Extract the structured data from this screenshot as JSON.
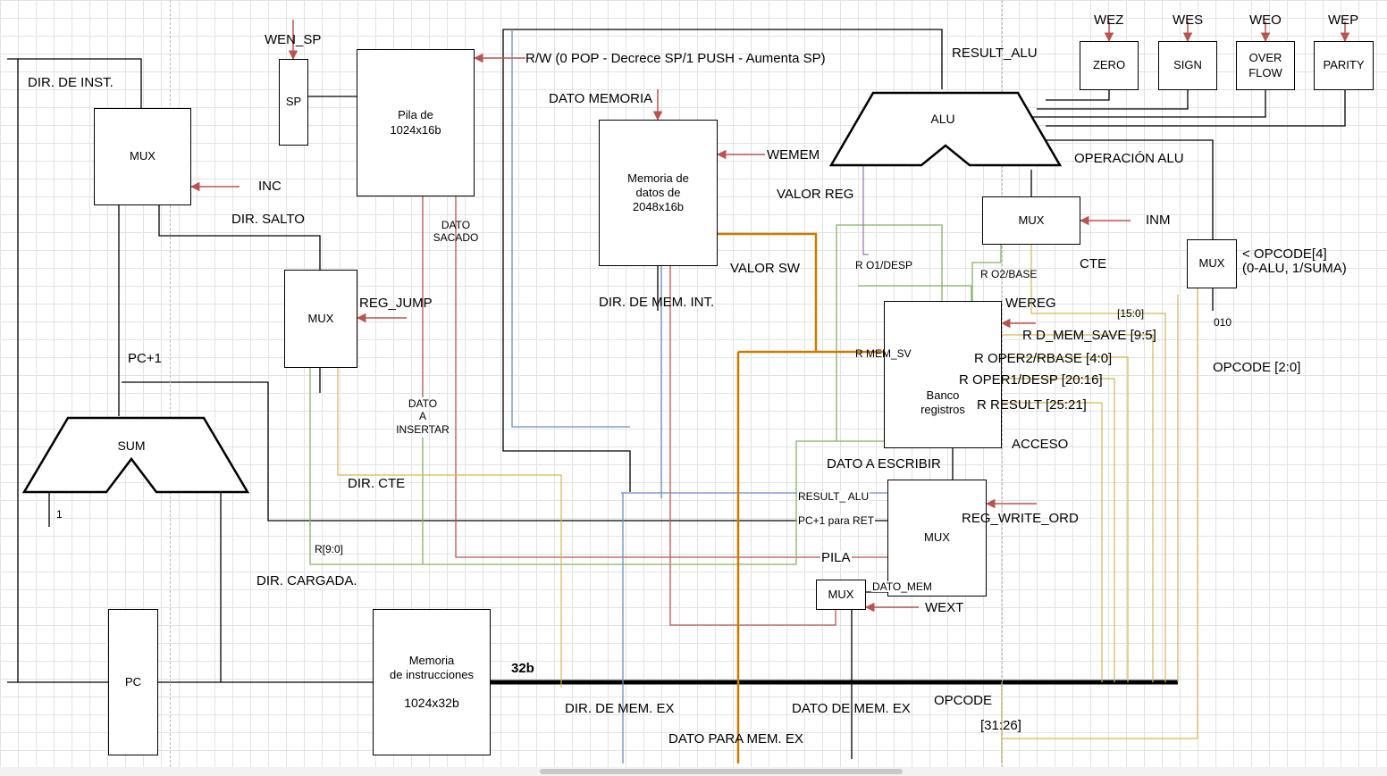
{
  "blocks": {
    "mux_inst": "MUX",
    "pila": "Pila de\n1024x16b",
    "sp": "SP",
    "mem_datos": "Memoria de\ndatos de\n2048x16b",
    "mux_jump": "MUX",
    "mux_inm": "MUX",
    "mux_opcode": "MUX",
    "banco": "Banco\nregistros",
    "mux_write": "MUX",
    "mux_wext": "MUX",
    "pc": "PC",
    "mem_inst_title": "Memoria\nde instrucciones",
    "mem_inst_size": "1024x32b",
    "zero": "ZERO",
    "sign": "SIGN",
    "overflow": "OVER\nFLOW",
    "parity": "PARITY",
    "alu": "ALU",
    "sum": "SUM"
  },
  "labels": {
    "wen_sp": "WEN_SP",
    "dir_inst": "DIR. DE INST.",
    "rw": "R/W (0 POP - Decrece SP/1 PUSH - Aumenta SP)",
    "dato_memoria": "DATO MEMORIA",
    "result_alu": "RESULT_ALU",
    "wez": "WEZ",
    "wes": "WES",
    "weo": "WEO",
    "wep": "WEP",
    "inc": "INC",
    "wemem": "WEMEM",
    "operacion_alu": "OPERACIÓN ALU",
    "dir_salto": "DIR. SALTO",
    "dato_sacado": "DATO\nSACADO",
    "valor_reg": "VALOR REG",
    "inm": "INM",
    "valor_sw": "VALOR SW",
    "r_o1_desp": "R O1/DESP",
    "cte": "CTE",
    "opcode4": "< OPCODE[4]",
    "alu_suma": "(0-ALU, 1/SUMA)",
    "r_o2_base": "R O2/BASE",
    "reg_jump": "REG_JUMP",
    "dir_mem_int": "DIR. DE MEM. INT.",
    "wereg": "WEREG",
    "b15_0": "[15:0]",
    "v010": "010",
    "r_d_mem_save": "R D_MEM_SAVE [9:5]",
    "r_mem_sv": "R MEM_SV",
    "pc1": "PC+1",
    "r_oper2": "R OPER2/RBASE [4:0]",
    "opcode20": "OPCODE [2:0]",
    "r_oper1": "R OPER1/DESP [20:16]",
    "dato_insertar": "DATO\nA\nINSERTAR",
    "r_result": "R RESULT [25:21]",
    "acceso": "ACCESO",
    "dato_escribir": "DATO A ESCRIBIR",
    "dir_cte": "DIR. CTE",
    "result_alu2": "RESULT_ ALU",
    "one": "1",
    "reg_write_ord": "REG_WRITE_ORD",
    "pc1_ret": "PC+1 para RET",
    "r9_0": "R[9:0]",
    "pila": "PILA",
    "dir_cargada": "DIR. CARGADA.",
    "dato_mem": "DATO_MEM",
    "wext": "WEXT",
    "b32": "32b",
    "opcode": "OPCODE",
    "dir_mem_ex": "DIR. DE MEM. EX",
    "dato_de_mem_ex": "DATO DE MEM. EX",
    "b31_26": "[31:26]",
    "dato_para_mem_ex": "DATO PARA MEM. EX"
  },
  "colors": {
    "black": "#000000",
    "red": "#b85450",
    "green": "#82b366",
    "blue": "#6c8ebf",
    "orange": "#cc7a00",
    "yellow": "#d6b656",
    "purple": "#9673a6"
  }
}
